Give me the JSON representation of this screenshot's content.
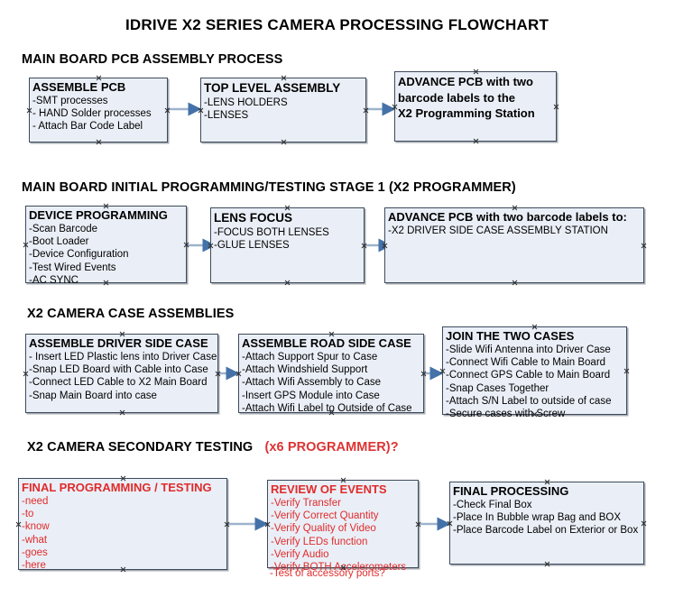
{
  "document": {
    "title": "IDRIVE X2  SERIES CAMERA PROCESSING FLOWCHART"
  },
  "colors": {
    "node_fill": "#eaeff7",
    "node_border": "#3d4a5c",
    "connector": "#9db3cc",
    "arrow": "#4472a8",
    "red_text": "#e02b2b",
    "black_text": "#000000"
  },
  "sections": [
    {
      "id": "main-board-pcb-assembly",
      "heading": "MAIN BOARD PCB ASSEMBLY PROCESS",
      "heading_suffix": "",
      "nodes": [
        {
          "id": "assemble-pcb",
          "title": "ASSEMBLE PCB",
          "lines": [
            "-SMT processes",
            "- HAND Solder processes",
            "- Attach Bar Code Label"
          ]
        },
        {
          "id": "top-level-assembly",
          "title": "TOP LEVEL ASSEMBLY",
          "lines": [
            "-LENS HOLDERS",
            "-LENSES"
          ]
        },
        {
          "id": "advance-pcb-x2-programming-station",
          "title": "ADVANCE PCB with two",
          "lines": [
            "barcode labels to the",
            " X2 Programming Station"
          ]
        }
      ]
    },
    {
      "id": "main-board-initial-programming",
      "heading": "MAIN BOARD INITIAL PROGRAMMING/TESTING STAGE 1 (X2 PROGRAMMER)",
      "heading_suffix": "",
      "nodes": [
        {
          "id": "device-programming",
          "title": "DEVICE PROGRAMMING",
          "lines": [
            "-Scan Barcode",
            "-Boot Loader",
            "-Device Configuration",
            "-Test Wired Events",
            "-AC SYNC"
          ]
        },
        {
          "id": "lens-focus",
          "title": "LENS FOCUS",
          "lines": [
            "-FOCUS BOTH LENSES",
            "-GLUE LENSES"
          ]
        },
        {
          "id": "advance-pcb-driver-side-case",
          "title": "ADVANCE PCB with two barcode labels to:",
          "lines": [
            "-X2 DRIVER  SIDE  CASE  ASSEMBLY STATION"
          ]
        }
      ]
    },
    {
      "id": "x2-camera-case-assemblies",
      "heading": "X2 CAMERA CASE ASSEMBLIES",
      "heading_suffix": "",
      "nodes": [
        {
          "id": "assemble-driver-side-case",
          "title": "ASSEMBLE DRIVER SIDE CASE",
          "lines": [
            "- Insert LED Plastic lens into Driver Case",
            "-Snap LED Board with Cable into Case",
            "-Connect LED Cable to X2 Main Board",
            "-Snap Main Board into case"
          ]
        },
        {
          "id": "assemble-road-side-case",
          "title": "ASSEMBLE ROAD SIDE CASE",
          "lines": [
            "-Attach Support Spur to Case",
            "-Attach Windshield Support",
            "-Attach Wifi Assembly to Case",
            "-Insert GPS Module into Case",
            "-Attach Wifi Label to Outside of Case"
          ]
        },
        {
          "id": "join-the-two-cases",
          "title": "JOIN THE TWO CASES",
          "lines": [
            "-Slide Wifi Antenna into Driver Case",
            "-Connect Wifi Cable to Main Board",
            "-Connect GPS Cable to Main Board",
            "-Snap Cases Together",
            "-Attach S/N Label to outside of case",
            "-Secure cases with Screw"
          ]
        }
      ]
    },
    {
      "id": "x2-camera-secondary-testing",
      "heading": "X2 CAMERA SECONDARY TESTING",
      "heading_suffix": "(x6 PROGRAMMER)?",
      "nodes": [
        {
          "id": "final-programming-testing",
          "title": "FINAL PROGRAMMING / TESTING",
          "lines": [
            "-need",
            "-to",
            "-know",
            "-what",
            "-goes",
            "-here"
          ]
        },
        {
          "id": "review-of-events",
          "title": "REVIEW OF EVENTS",
          "lines": [
            "-Verify Transfer",
            "-Verify Correct Quantity",
            "-Verify Quality of Video",
            "-Verify LEDs function",
            "-Verify Audio",
            "-Verify BOTH Accelerometers"
          ],
          "overflow_line": "-Test of accessory ports?"
        },
        {
          "id": "final-processing",
          "title": "FINAL PROCESSING",
          "lines": [
            " -Check Final Box",
            "-Place In Bubble wrap Bag and BOX",
            "-Place Barcode Label on Exterior or Box"
          ]
        }
      ]
    }
  ]
}
